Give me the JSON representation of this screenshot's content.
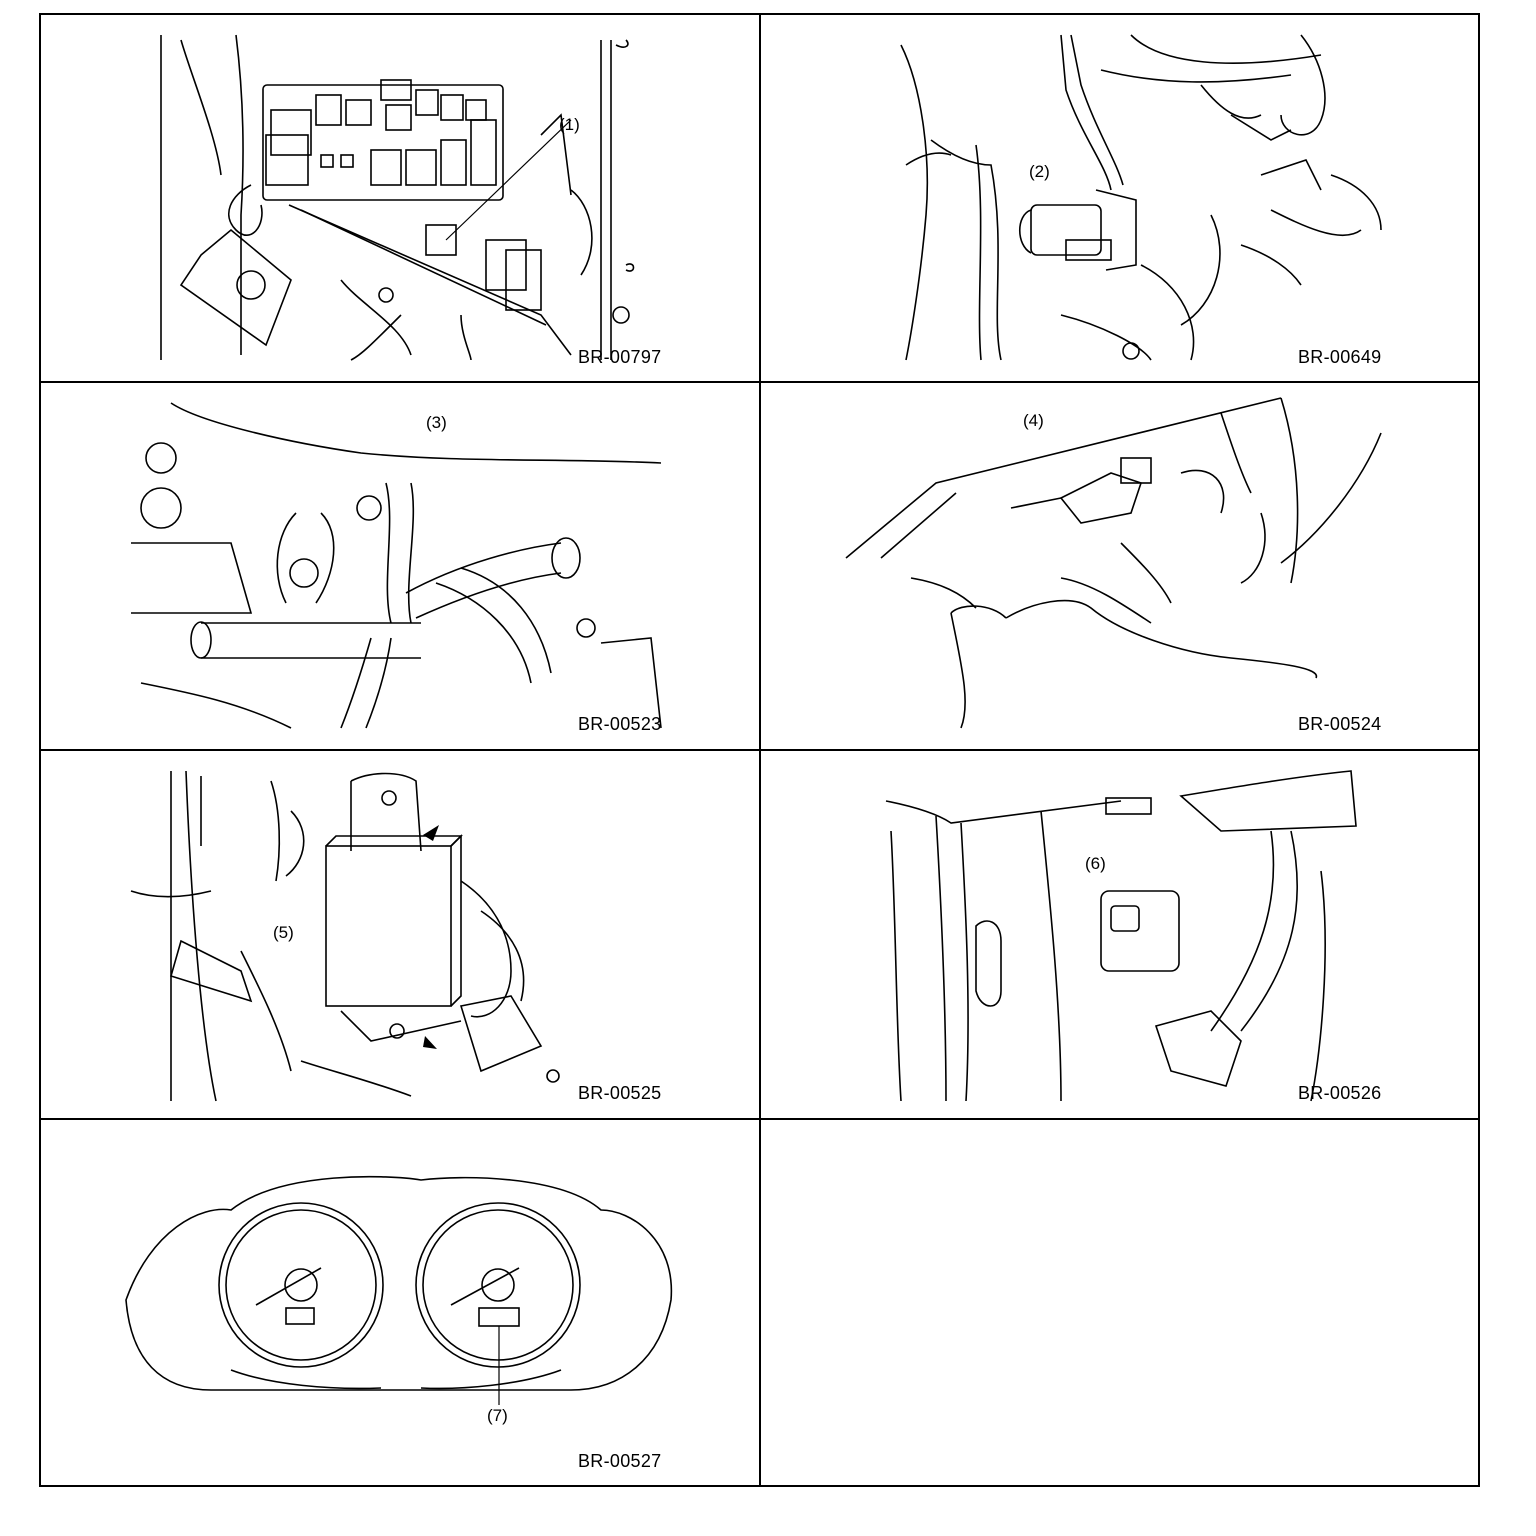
{
  "panels": [
    {
      "code": "BR-00797",
      "callouts": [
        "(1)"
      ]
    },
    {
      "code": "BR-00649",
      "callouts": [
        "(2)"
      ]
    },
    {
      "code": "BR-00523",
      "callouts": [
        "(3)"
      ]
    },
    {
      "code": "BR-00524",
      "callouts": [
        "(4)"
      ]
    },
    {
      "code": "BR-00525",
      "callouts": [
        "(5)"
      ]
    },
    {
      "code": "BR-00526",
      "callouts": [
        "(6)"
      ]
    },
    {
      "code": "BR-00527",
      "callouts": [
        "(7)"
      ]
    },
    {
      "code": "",
      "callouts": []
    }
  ]
}
